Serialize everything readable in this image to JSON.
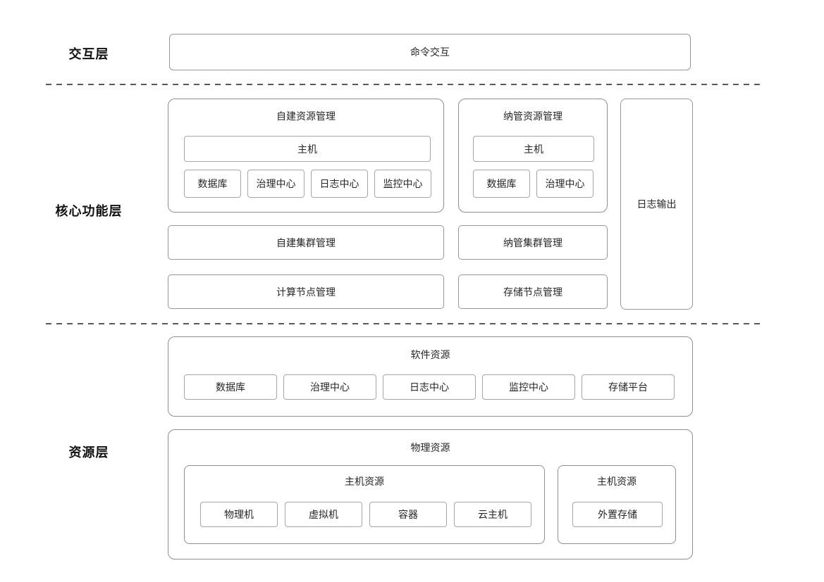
{
  "colors": {
    "background": "#ffffff",
    "group_border": "#8f8f8f",
    "box_border": "#a6a6a6",
    "panel_border": "#979797",
    "divider": "#595959",
    "text": "#262626"
  },
  "interaction_layer": {
    "label": "交互层",
    "command_box": "命令交互"
  },
  "core_layer": {
    "label": "核心功能层",
    "self_built_group": {
      "title": "自建资源管理",
      "host": "主机",
      "items": [
        "数据库",
        "治理中心",
        "日志中心",
        "监控中心"
      ]
    },
    "managed_group": {
      "title": "纳管资源管理",
      "host": "主机",
      "items": [
        "数据库",
        "治理中心"
      ]
    },
    "log_output": "日志输出",
    "self_cluster": "自建集群管理",
    "managed_cluster": "纳管集群管理",
    "compute_node": "计算节点管理",
    "storage_node": "存储节点管理"
  },
  "resource_layer": {
    "label": "资源层",
    "software_group": {
      "title": "软件资源",
      "items": [
        "数据库",
        "治理中心",
        "日志中心",
        "监控中心",
        "存储平台"
      ]
    },
    "physical_group": {
      "title": "物理资源",
      "host_left": {
        "title": "主机资源",
        "items": [
          "物理机",
          "虚拟机",
          "容器",
          "云主机"
        ]
      },
      "host_right": {
        "title": "主机资源",
        "items": [
          "外置存储"
        ]
      }
    }
  }
}
